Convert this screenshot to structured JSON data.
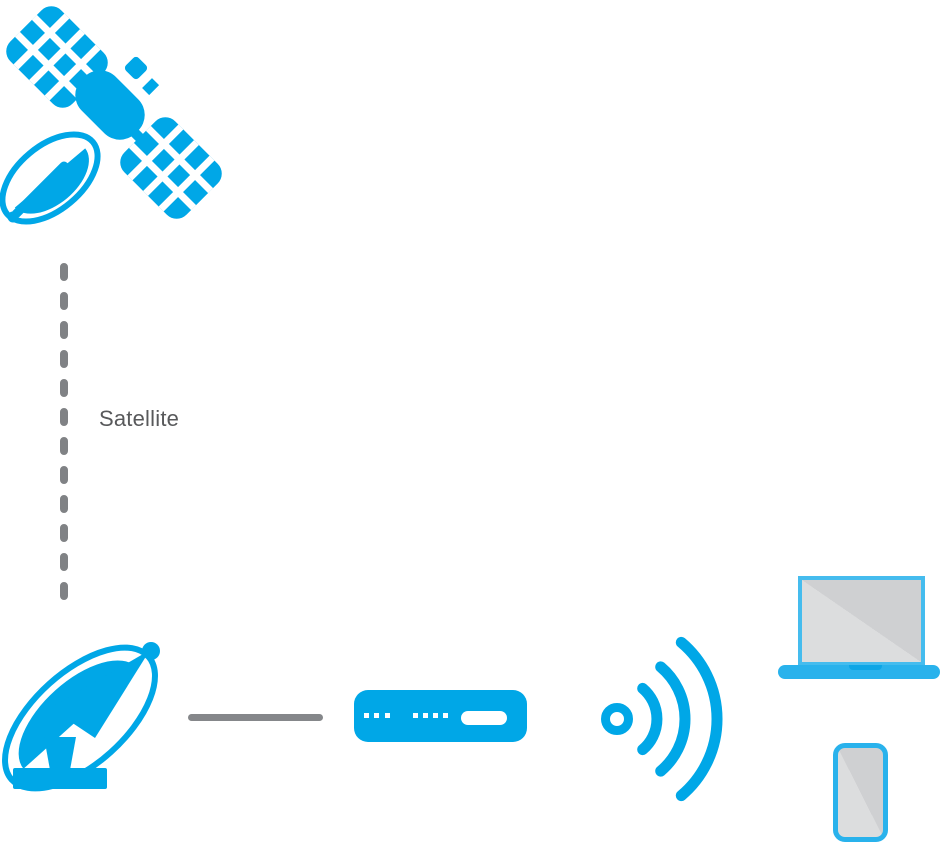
{
  "diagram": {
    "kind": "satellite-internet-network-diagram",
    "background": "#ffffff"
  },
  "labels": {
    "satellite_link": "Satellite"
  },
  "colors": {
    "primary_blue": "#00a7e7",
    "device_blue": "#45bcee",
    "base_blue": "#29b2ec",
    "notch_blue": "#0da6e6",
    "phone_blue": "#29b2ec",
    "line_gray": "#85878a",
    "dash_gray": "#808285",
    "label_gray": "#58595b",
    "screen_light": "#dcddde",
    "screen_dark": "#cfd0d2"
  },
  "icons": [
    "satellite-icon",
    "satellite-dish-icon",
    "modem-router-icon",
    "wifi-signal-icon",
    "laptop-icon",
    "smartphone-icon"
  ],
  "connections": [
    {
      "from": "satellite",
      "to": "satellite-dish",
      "style": "dashed",
      "label": "Satellite"
    },
    {
      "from": "satellite-dish",
      "to": "modem-router",
      "style": "solid",
      "label": ""
    },
    {
      "from": "modem-router",
      "to": "devices",
      "style": "wireless",
      "label": ""
    }
  ],
  "modem": {
    "led_count": 7,
    "groups": [
      3,
      4
    ]
  }
}
